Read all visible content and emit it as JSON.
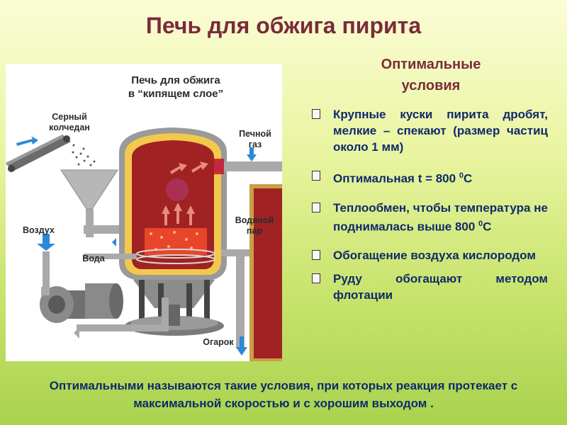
{
  "title": "Печь для обжига пирита",
  "figure": {
    "title_line1": "Печь для обжига",
    "title_line2": "в “кипящем слое”",
    "labels": {
      "pyrite_line1": "Серный",
      "pyrite_line2": "колчедан",
      "gas_line1": "Печной",
      "gas_line2": "газ",
      "air": "Воздух",
      "steam_line1": "Водяной",
      "steam_line2": "пар",
      "water": "Вода",
      "cinder": "Огарок"
    }
  },
  "subtitle_line1": "Оптимальные",
  "subtitle_line2": "условия",
  "conditions": [
    "Крупные куски пирита дробят, мелкие – спекают (размер частиц около 1 мм)",
    "Оптимальная t = 800 ",
    "Теплообмен, чтобы температура не поднималась выше 800 ",
    "Обогащение воздуха кислородом",
    "Руду обогащают методом флотации"
  ],
  "degree_sup": "0",
  "degree_unit": "C",
  "footer": "Оптимальными называются такие условия, при которых реакция протекает с максимальной скоростью и с хорошим выходом ."
}
